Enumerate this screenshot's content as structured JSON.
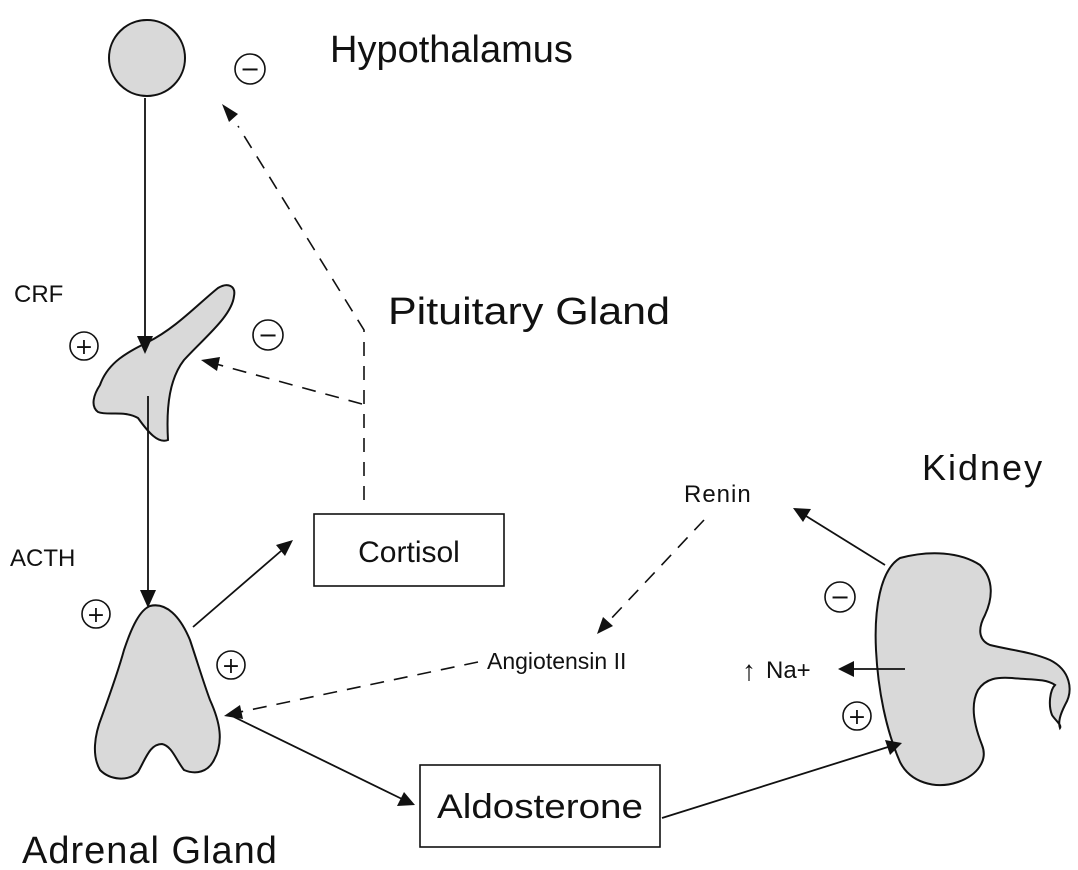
{
  "labels": {
    "hypothalamus": "Hypothalamus",
    "pituitary": "Pituitary Gland",
    "adrenal": "Adrenal Gland",
    "kidney": "Kidney",
    "crf": "CRF",
    "acth": "ACTH",
    "renin": "Renin",
    "angiotensin": "Angiotensin II",
    "sodium": "Na+",
    "cortisol": "Cortisol",
    "aldosterone": "Aldosterone"
  },
  "signs": {
    "minus": "−",
    "plus": "+"
  },
  "arrow_glyph": "↑"
}
